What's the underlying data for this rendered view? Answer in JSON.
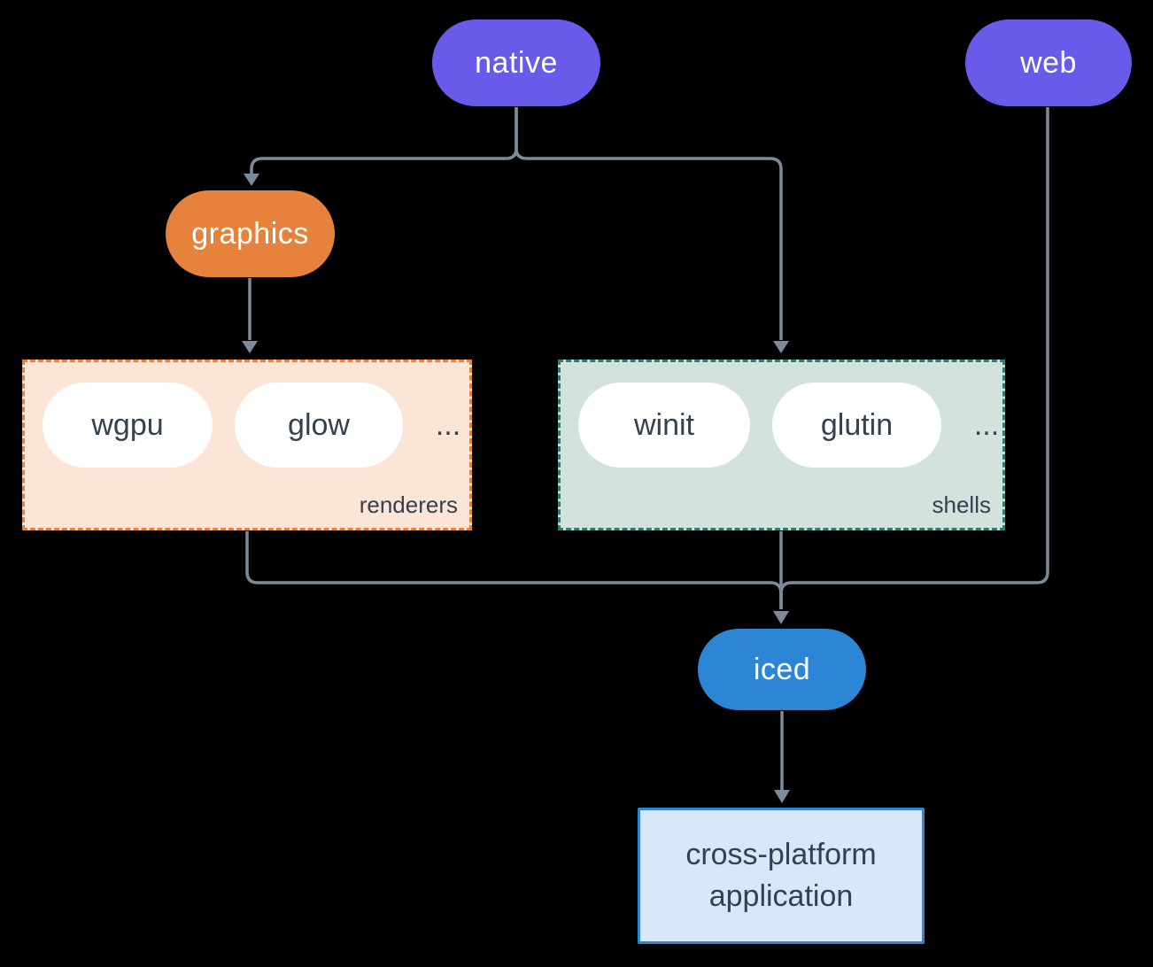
{
  "nodes": {
    "native": {
      "label": "native"
    },
    "web": {
      "label": "web"
    },
    "graphics": {
      "label": "graphics"
    },
    "iced": {
      "label": "iced"
    },
    "application": {
      "lines": [
        "cross-platform",
        "application"
      ]
    }
  },
  "groups": {
    "renderers": {
      "label": "renderers",
      "items": [
        "wgpu",
        "glow",
        "..."
      ]
    },
    "shells": {
      "label": "shells",
      "items": [
        "winit",
        "glutin",
        "..."
      ]
    }
  },
  "colors": {
    "background": "#000000",
    "purple": "#6A5AE9",
    "orange": "#E6823C",
    "blue": "#2D86D5",
    "renderers_fill": "#FAE5D6",
    "renderers_border": "#E6823C",
    "shells_fill": "#D3E2DC",
    "shells_border": "#2E7D70",
    "app_fill": "#D7E8F8",
    "app_border": "#2D86D5",
    "connector": "#7B8B9A",
    "text_dark": "#334150",
    "text_light": "#FFFFFF",
    "pill_fill": "#FFFFFF"
  }
}
